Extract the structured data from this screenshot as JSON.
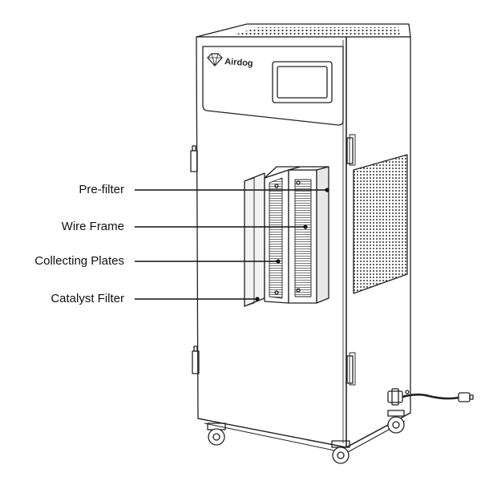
{
  "brand": {
    "name": "Airdog",
    "logo_icon": "diamond-logo-icon"
  },
  "callouts": [
    {
      "id": "pre-filter",
      "label": "Pre-filter"
    },
    {
      "id": "wire-frame",
      "label": "Wire Frame"
    },
    {
      "id": "collecting-plates",
      "label": "Collecting Plates"
    },
    {
      "id": "catalyst-filter",
      "label": "Catalyst Filter"
    }
  ],
  "colors": {
    "line": "#222222",
    "background": "#ffffff",
    "text": "#111111"
  }
}
